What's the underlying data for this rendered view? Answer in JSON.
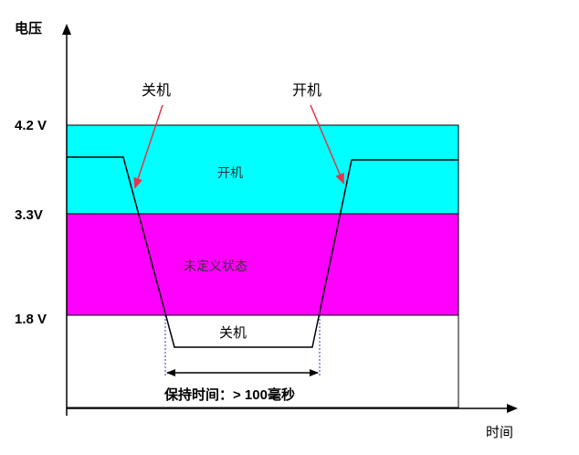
{
  "axes": {
    "y_label": "电压",
    "x_label": "时间"
  },
  "voltage_levels": [
    "4.2 V",
    "3.3V",
    "1.8 V"
  ],
  "zones": {
    "on": "开机",
    "undefined": "未定义状态",
    "off": "关机"
  },
  "annotations": {
    "power_off_arrow": "关机",
    "power_on_arrow": "开机",
    "hold_time": "保持时间：> 100毫秒"
  },
  "colors": {
    "on_zone": "#00FFFF",
    "undefined_zone": "#FF00FF",
    "arrow": "#E8334A",
    "guide_dots": "#3333CC"
  }
}
